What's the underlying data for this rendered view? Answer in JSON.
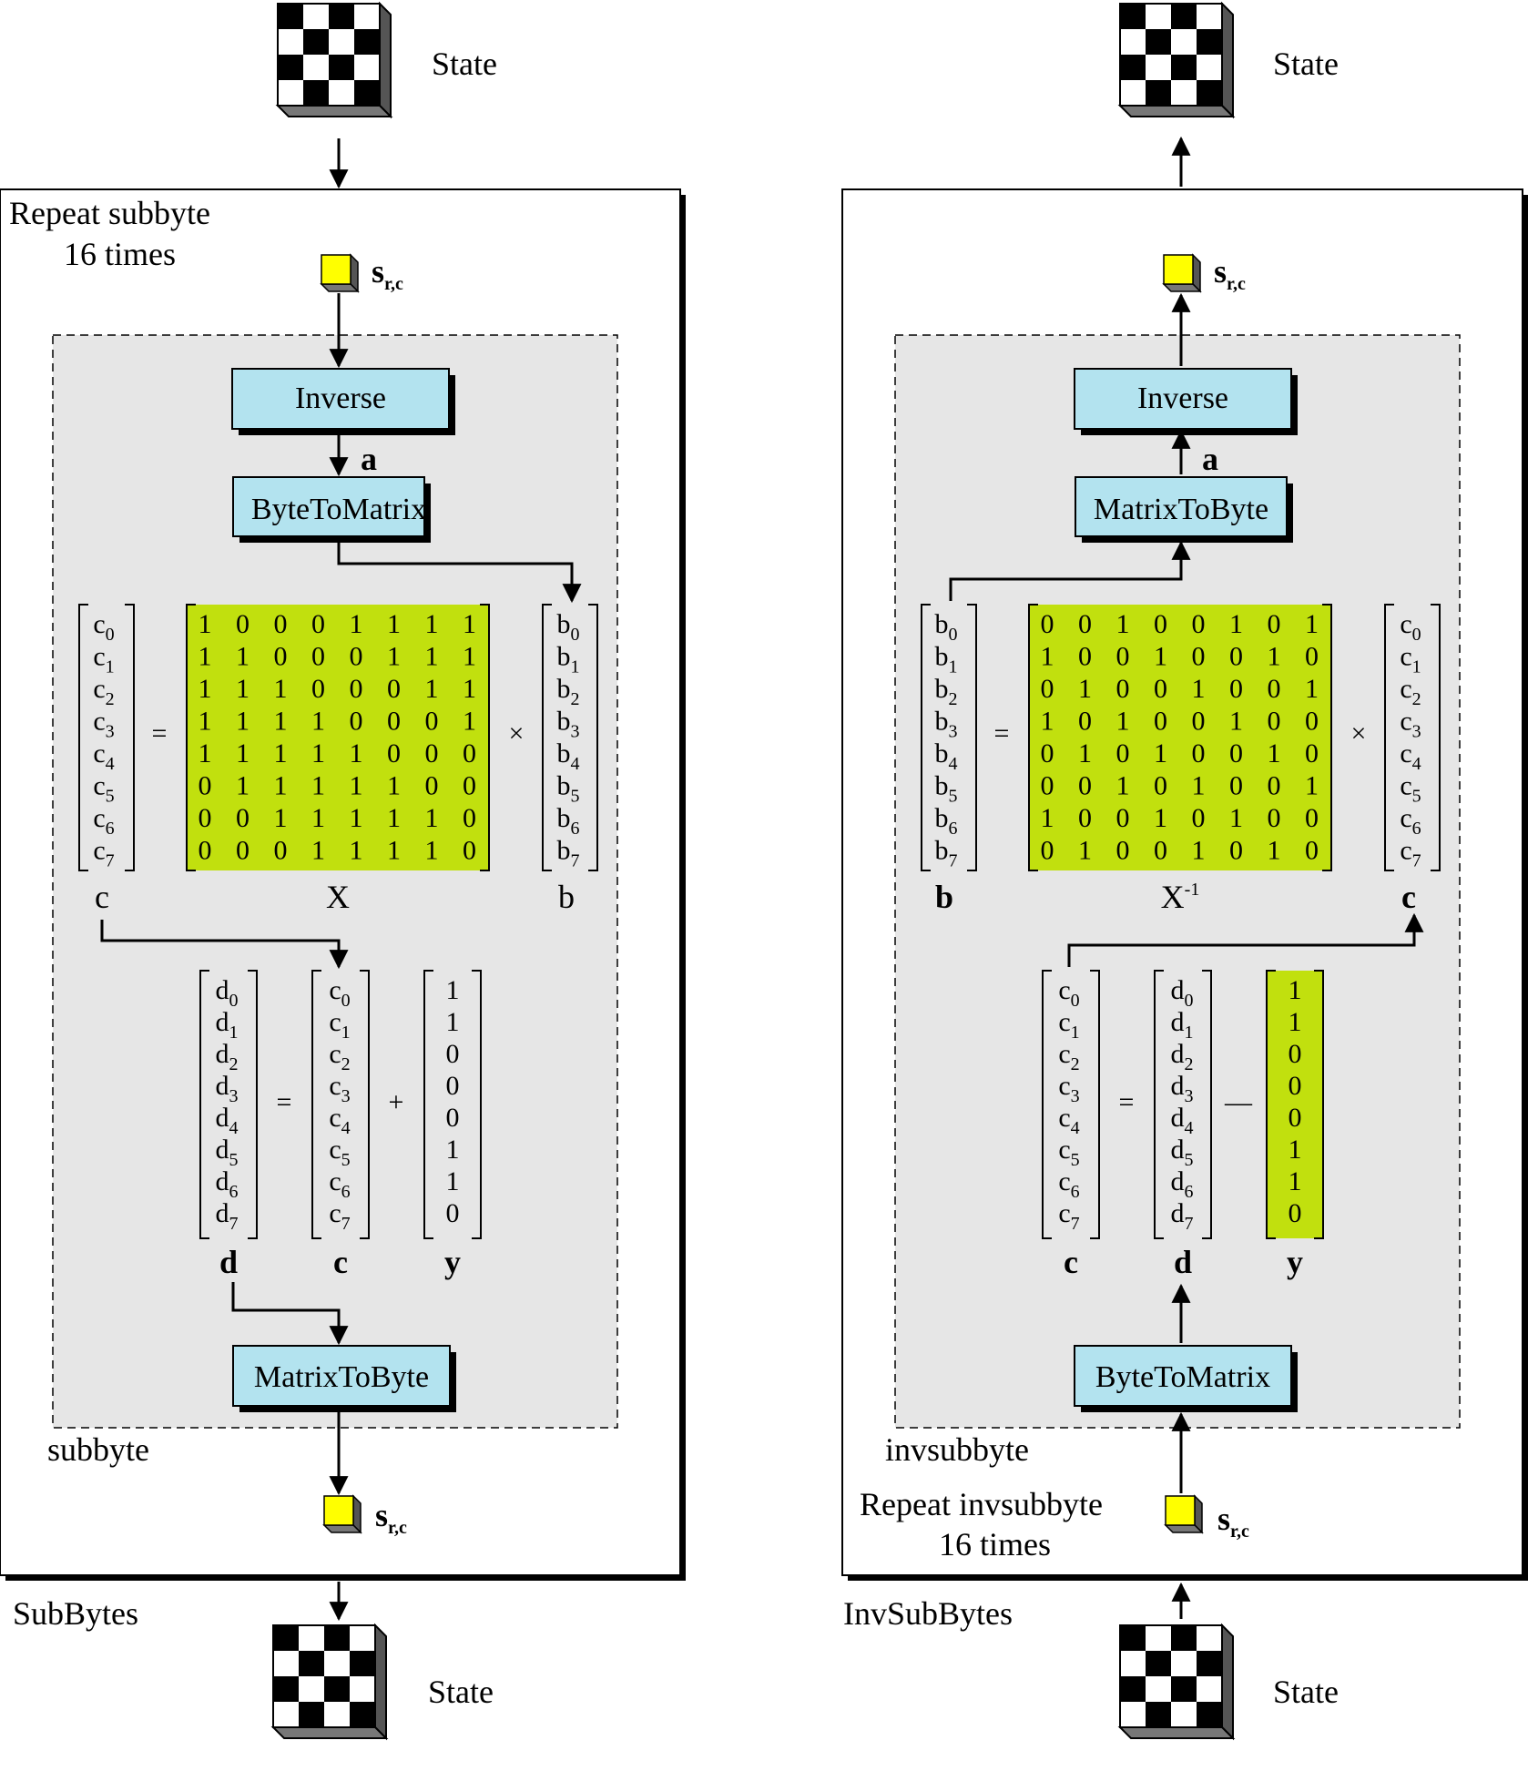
{
  "colors": {
    "panel_fill": "#e6e6e6",
    "box_fill": "#b3e3ef",
    "matrix_fill": "#c1e00e",
    "cell_fill": "#ffff00",
    "line": "#000000"
  },
  "state_label": "State",
  "sub_label": "r,c",
  "sub_base": "s",
  "left": {
    "outer_label": "SubBytes",
    "repeat_line1": "Repeat subbyte",
    "repeat_line2": "16 times",
    "inner_label": "subbyte",
    "inverse_label": "Inverse",
    "a_label": "a",
    "byte_to_matrix_label": "ByteToMatrix",
    "matrix_to_byte_label": "MatrixToByte",
    "eq1": {
      "lhs_letter": "c",
      "rhs_letter": "b",
      "matrix_label": "X",
      "lhs_caption": "c",
      "rhs_caption": "b",
      "equals": "=",
      "times": "×",
      "matrix": [
        [
          1,
          0,
          0,
          0,
          1,
          1,
          1,
          1
        ],
        [
          1,
          1,
          0,
          0,
          0,
          1,
          1,
          1
        ],
        [
          1,
          1,
          1,
          0,
          0,
          0,
          1,
          1
        ],
        [
          1,
          1,
          1,
          1,
          0,
          0,
          0,
          1
        ],
        [
          1,
          1,
          1,
          1,
          1,
          0,
          0,
          0
        ],
        [
          0,
          1,
          1,
          1,
          1,
          1,
          0,
          0
        ],
        [
          0,
          0,
          1,
          1,
          1,
          1,
          1,
          0
        ],
        [
          0,
          0,
          0,
          1,
          1,
          1,
          1,
          0
        ]
      ]
    },
    "eq2": {
      "col1_letter": "d",
      "col2_letter": "c",
      "col3_values": [
        1,
        1,
        0,
        0,
        0,
        1,
        1,
        0
      ],
      "captions": [
        "d",
        "c",
        "y"
      ],
      "equals": "=",
      "op": "+"
    }
  },
  "right": {
    "outer_label": "InvSubBytes",
    "repeat_line1": "Repeat invsubbyte",
    "repeat_line2": "16 times",
    "inner_label": "invsubbyte",
    "inverse_label": "Inverse",
    "a_label": "a",
    "byte_to_matrix_label": "ByteToMatrix",
    "matrix_to_byte_label": "MatrixToByte",
    "eq1": {
      "lhs_letter": "b",
      "rhs_letter": "c",
      "matrix_label": "X",
      "matrix_sup": "-1",
      "lhs_caption": "b",
      "rhs_caption": "c",
      "equals": "=",
      "times": "×",
      "matrix": [
        [
          0,
          0,
          1,
          0,
          0,
          1,
          0,
          1
        ],
        [
          1,
          0,
          0,
          1,
          0,
          0,
          1,
          0
        ],
        [
          0,
          1,
          0,
          0,
          1,
          0,
          0,
          1
        ],
        [
          1,
          0,
          1,
          0,
          0,
          1,
          0,
          0
        ],
        [
          0,
          1,
          0,
          1,
          0,
          0,
          1,
          0
        ],
        [
          0,
          0,
          1,
          0,
          1,
          0,
          0,
          1
        ],
        [
          1,
          0,
          0,
          1,
          0,
          1,
          0,
          0
        ],
        [
          0,
          1,
          0,
          0,
          1,
          0,
          1,
          0
        ]
      ]
    },
    "eq2": {
      "col1_letter": "c",
      "col2_letter": "d",
      "col3_values": [
        1,
        1,
        0,
        0,
        0,
        1,
        1,
        0
      ],
      "captions": [
        "c",
        "d",
        "y"
      ],
      "equals": "=",
      "op": "—"
    }
  }
}
